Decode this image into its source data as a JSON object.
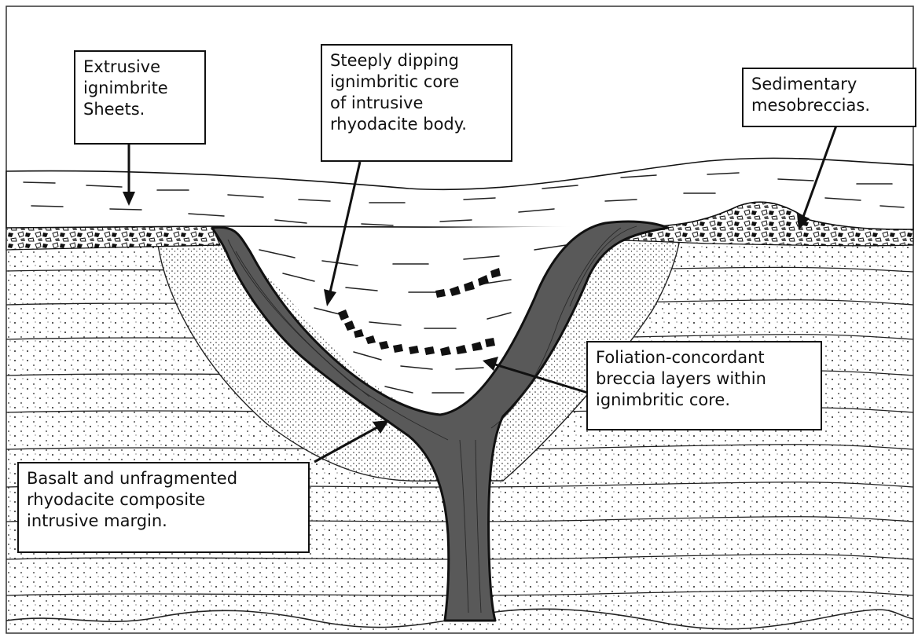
{
  "figure": {
    "colors": {
      "background": "#ffffff",
      "outline": "#111111",
      "intrusion": "#595959",
      "breccia_clasts": "#111111"
    },
    "labels": {
      "extrusive": [
        "Extrusive",
        "ignimbrite",
        "Sheets."
      ],
      "core": [
        "Steeply dipping",
        "ignimbritic core",
        "of intrusive",
        "rhyodacite body."
      ],
      "sedimentary": [
        "Sedimentary",
        "mesobreccias."
      ],
      "foliation": [
        "Foliation-concordant",
        "breccia layers within",
        "ignimbritic core."
      ],
      "margin": [
        "Basalt and unfragmented",
        "rhyodacite composite",
        "intrusive margin."
      ]
    }
  }
}
